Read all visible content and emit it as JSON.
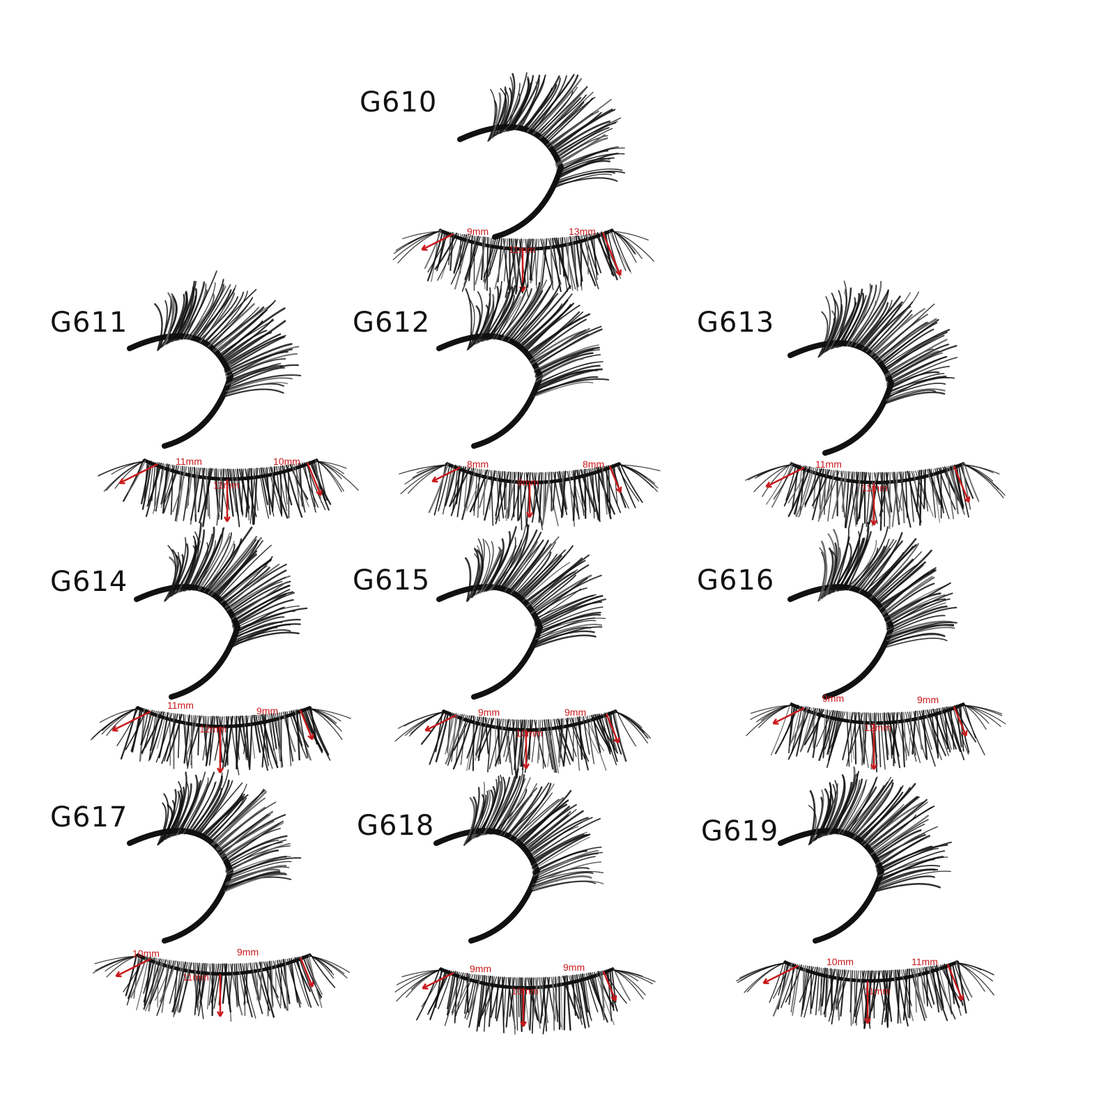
{
  "accent_color": "#c8191c",
  "lash_color": "#111111",
  "items": [
    {
      "code": "G610",
      "left_mm": "9mm",
      "center_mm": "11mm",
      "right_mm": "13mm",
      "lengths_mm": [
        9,
        11,
        13
      ]
    },
    {
      "code": "G611",
      "left_mm": "11mm",
      "center_mm": "11mm",
      "right_mm": "10mm",
      "lengths_mm": [
        11,
        11,
        10
      ]
    },
    {
      "code": "G612",
      "left_mm": "8mm",
      "center_mm": "9mm",
      "right_mm": "8mm",
      "lengths_mm": [
        8,
        9,
        8
      ]
    },
    {
      "code": "G613",
      "left_mm": "11mm",
      "center_mm": "11mm",
      "right_mm": "",
      "lengths_mm": [
        11,
        11
      ]
    },
    {
      "code": "G614",
      "left_mm": "11mm",
      "center_mm": "12mm",
      "right_mm": "9mm",
      "lengths_mm": [
        11,
        12,
        9
      ]
    },
    {
      "code": "G615",
      "left_mm": "9mm",
      "center_mm": "10mm",
      "right_mm": "9mm",
      "lengths_mm": [
        9,
        10,
        9
      ]
    },
    {
      "code": "G616",
      "left_mm": "9mm",
      "center_mm": "12mm",
      "right_mm": "9mm",
      "lengths_mm": [
        9,
        12,
        9
      ]
    },
    {
      "code": "G617",
      "left_mm": "10mm",
      "center_mm": "11mm",
      "right_mm": "9mm",
      "lengths_mm": [
        10,
        11,
        9
      ]
    },
    {
      "code": "G618",
      "left_mm": "9mm",
      "center_mm": "10mm",
      "right_mm": "9mm",
      "lengths_mm": [
        9,
        10,
        9
      ]
    },
    {
      "code": "G619",
      "left_mm": "10mm",
      "center_mm": "11mm",
      "right_mm": "11mm",
      "lengths_mm": [
        10,
        11,
        11
      ]
    }
  ]
}
